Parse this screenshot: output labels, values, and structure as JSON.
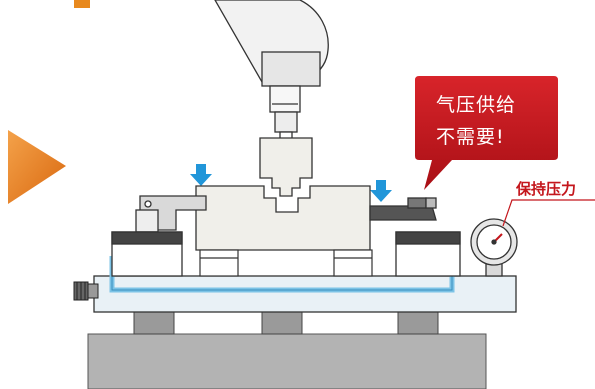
{
  "callout": {
    "line1": "气压供给",
    "line2": "不需要!",
    "color": "#c4161c"
  },
  "gauge": {
    "label": "保持压力",
    "label_color": "#c4161c"
  },
  "colors": {
    "accent_orange": "#e8891e",
    "arrow_blue": "#2196d9",
    "air_line_blue": "#7cc3e6",
    "base_gray": "#b3b3b3",
    "part_fill": "#f0efea"
  },
  "icons": [
    "play-arrow-icon",
    "down-arrow-icon",
    "pressure-gauge-icon"
  ]
}
